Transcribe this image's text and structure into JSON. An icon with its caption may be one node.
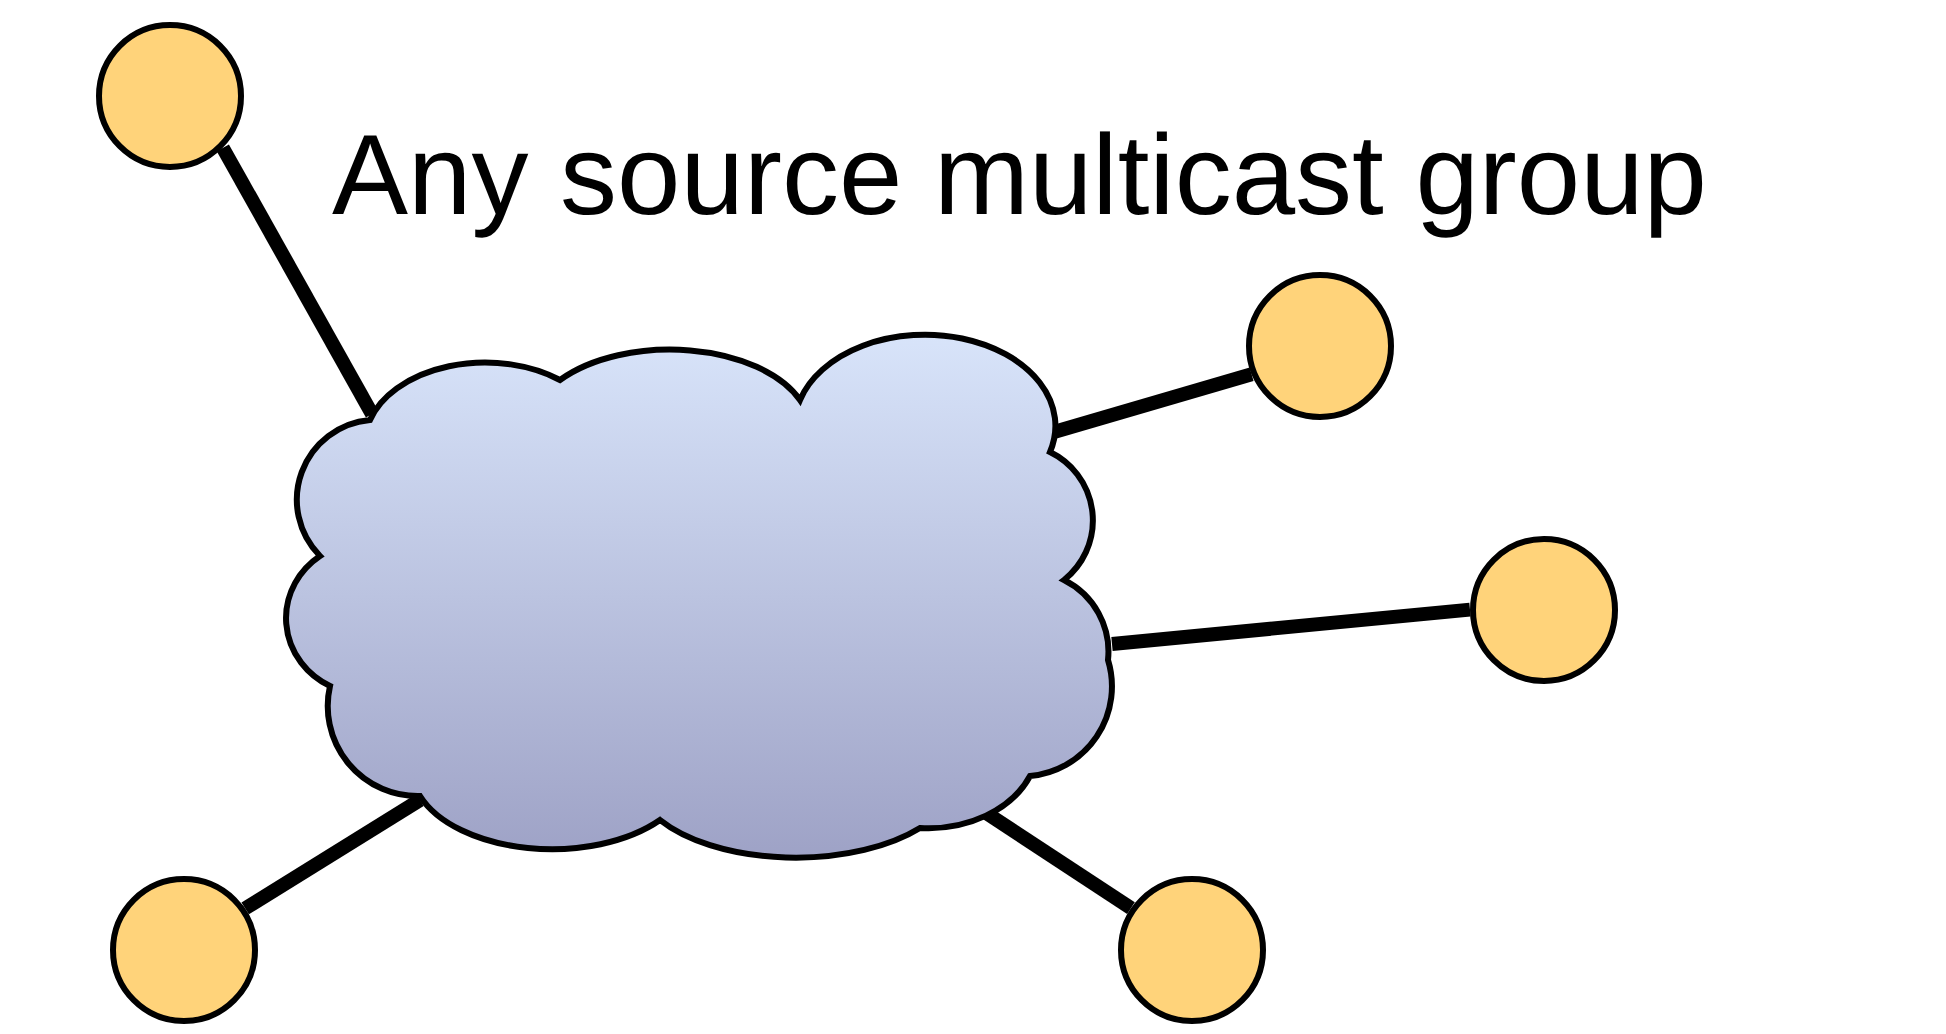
{
  "diagram": {
    "title": "Any source multicast group",
    "nodes": [
      {
        "text": [],
        "shape": "circle"
      },
      {
        "text": [],
        "shape": "cloud"
      },
      {
        "text": [],
        "shape": "circle"
      },
      {
        "text": [],
        "shape": "circle"
      },
      {
        "text": [],
        "shape": "circle"
      },
      {
        "text": [],
        "shape": "circle"
      }
    ],
    "edges": [
      {
        "from": 1,
        "to": 0,
        "arrow": "none"
      },
      {
        "from": 1,
        "to": 2,
        "arrow": "none"
      },
      {
        "from": 1,
        "to": 3,
        "arrow": "none"
      },
      {
        "from": 1,
        "to": 4,
        "arrow": "none"
      },
      {
        "from": 1,
        "to": 5,
        "arrow": "none"
      }
    ]
  }
}
